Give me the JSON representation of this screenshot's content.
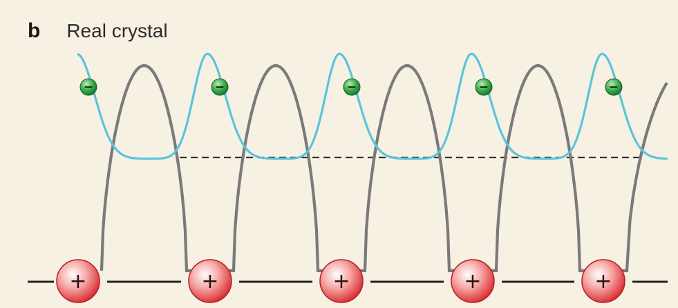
{
  "panel": {
    "letter": "b",
    "title": "Real crystal"
  },
  "symbols": {
    "electron": "−",
    "ion": "+"
  },
  "counts": {
    "ions": 5,
    "electrons": 5
  },
  "colors": {
    "background": "#f6f1e3",
    "potential_curve": "#7a7a7a",
    "wavefunction_curve": "#5bc4dc",
    "electron_fill": "#2f9a44",
    "ion_fill": "#e03a3e",
    "baseline": "#222222",
    "dashed_line": "#333333"
  },
  "icons": {
    "electron": "minus-sign-in-green-circle",
    "ion": "plus-sign-in-red-circle"
  }
}
